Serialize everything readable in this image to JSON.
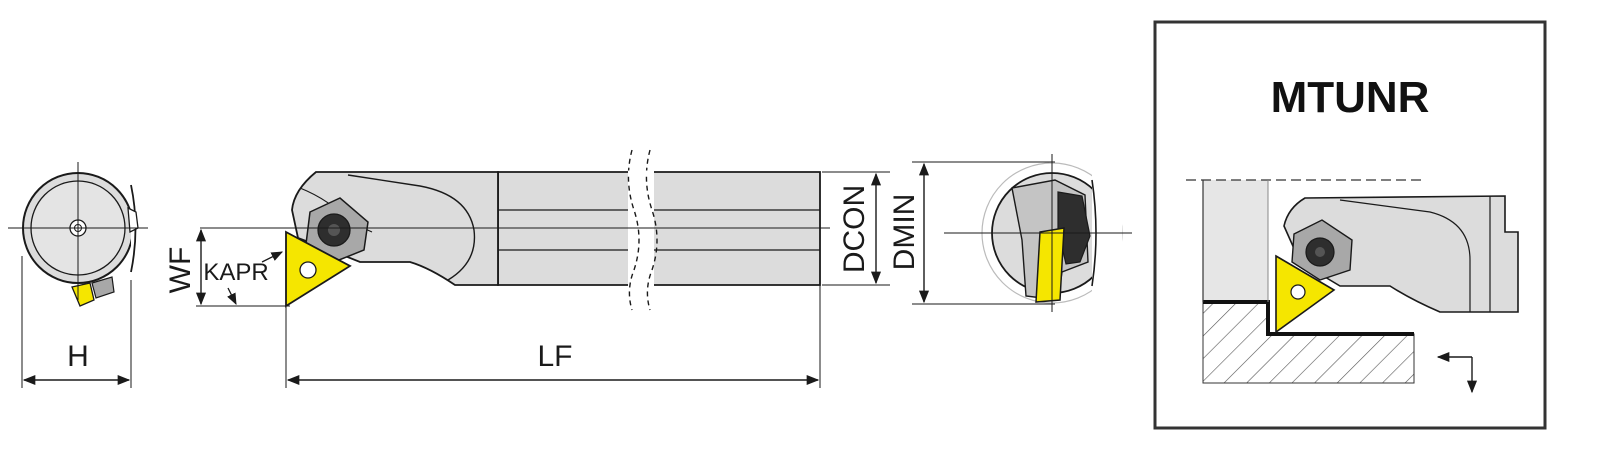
{
  "labels": {
    "h": "H",
    "lf": "LF",
    "wf": "WF",
    "kapr": "KAPR",
    "dcon": "DCON",
    "dmin": "DMIN",
    "model": "MTUNR"
  },
  "colors": {
    "body_fill": "#dcdcdc",
    "body_dark": "#a8a8a8",
    "insert_yellow": "#f5e600",
    "outline": "#1a1a1a",
    "screw": "#2e2e2e",
    "frame": "#333333"
  },
  "icons": {
    "feed-direction-icon": "corner arrows pointing left and down"
  }
}
